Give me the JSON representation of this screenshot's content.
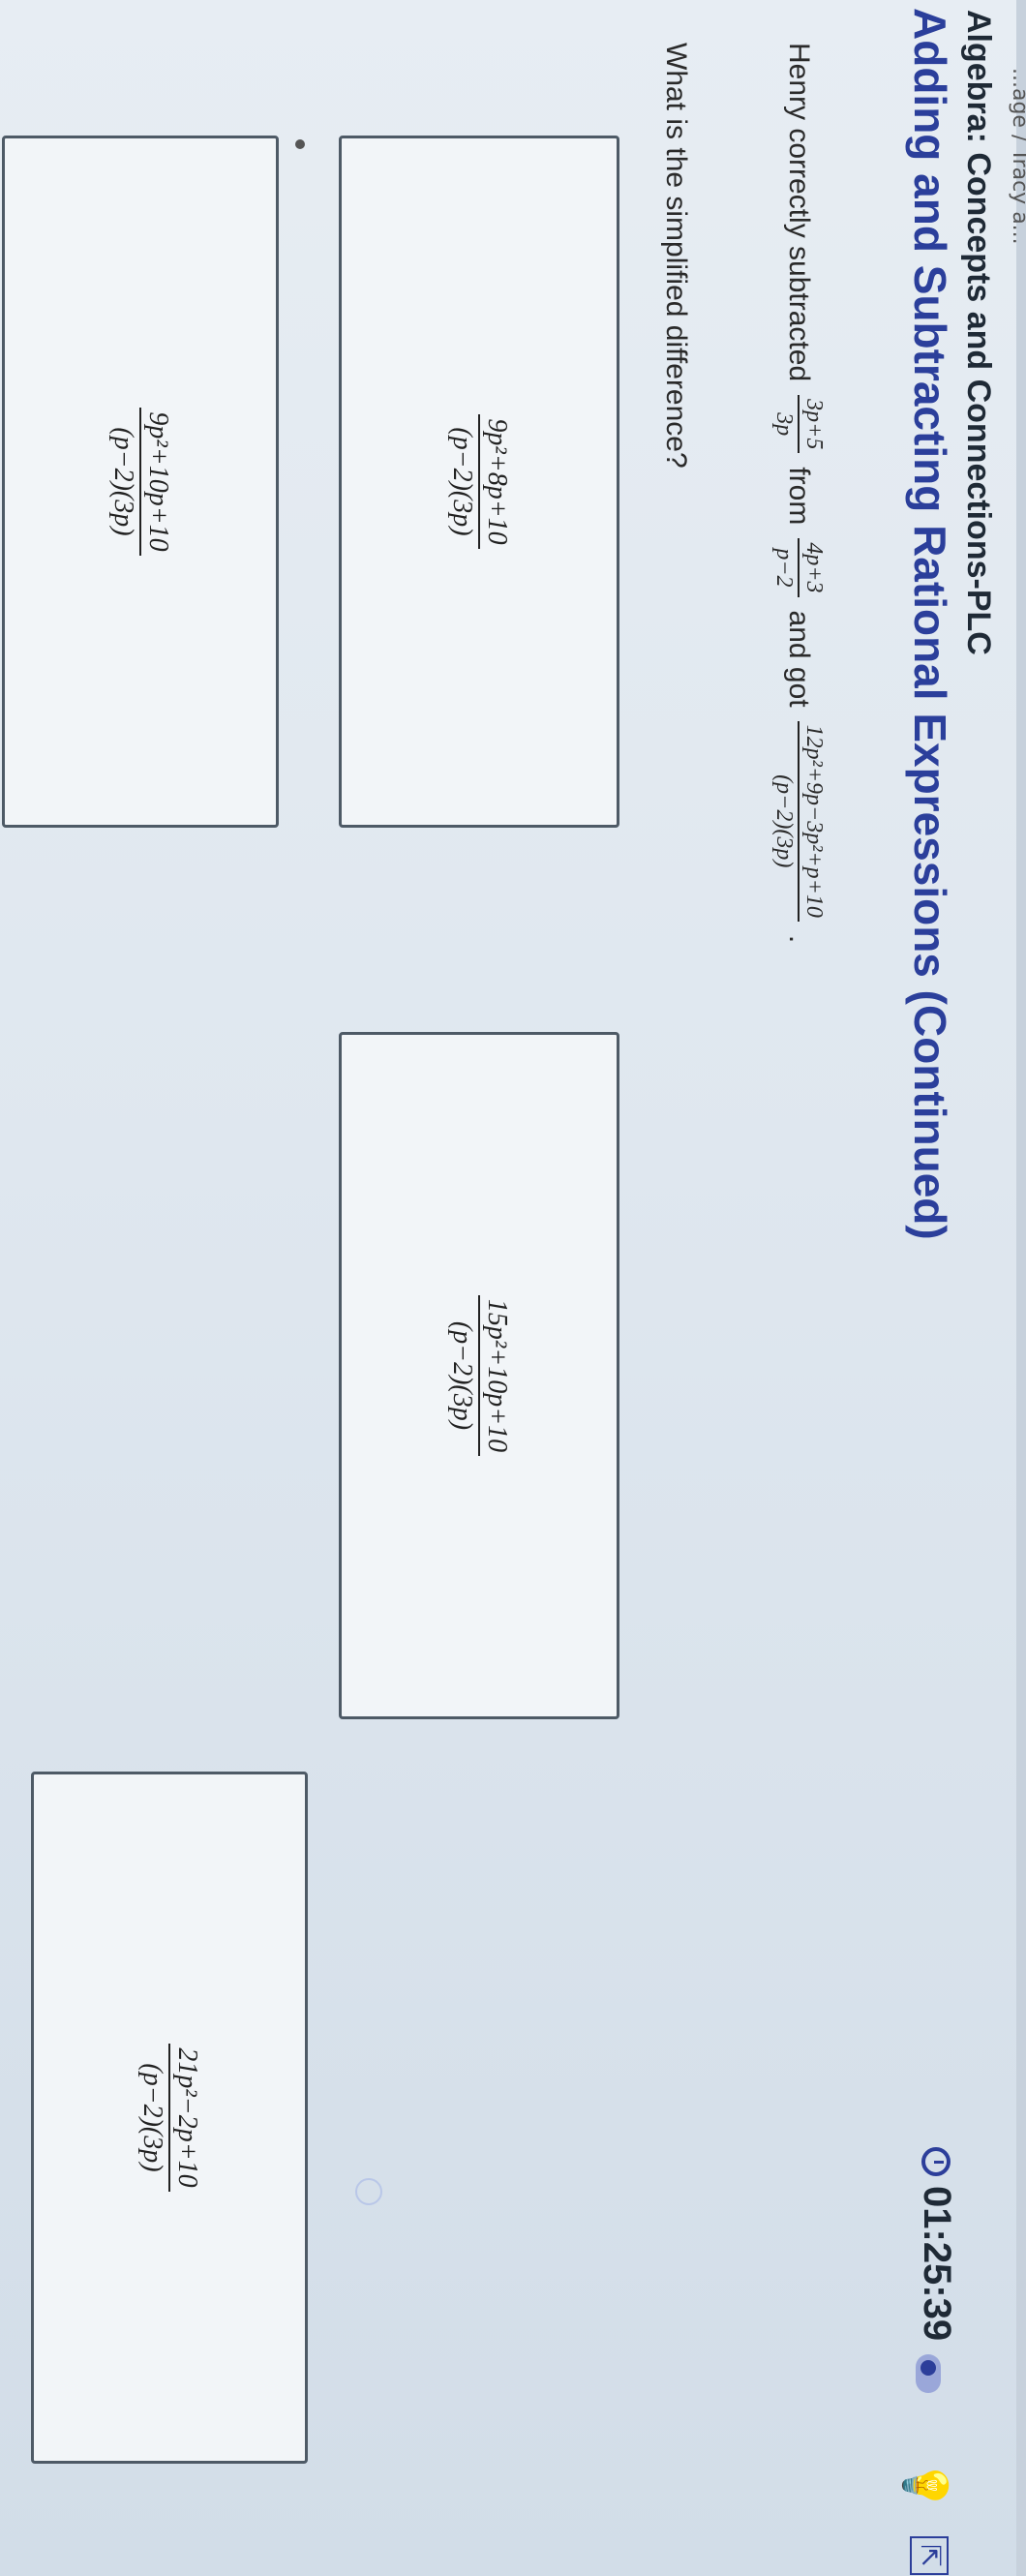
{
  "header": {
    "top_strip_text": "...age / Tracy a...",
    "course": "Algebra: Concepts and Connections-PLC",
    "lesson": "Adding and Subtracting Rational Expressions (Continued)",
    "timer": "01:25:39",
    "icons": [
      "timer-icon",
      "toggle-switch",
      "hint-bulb-icon",
      "collapse-arrow-icon"
    ]
  },
  "question": {
    "intro": "Henry correctly subtracted",
    "frac1": {
      "num": "3p+5",
      "den": "3p"
    },
    "from": "from",
    "frac2": {
      "num": "4p+3",
      "den": "p−2"
    },
    "and_got": "and got",
    "frac3": {
      "num": "12p²+9p−3p²+p+10",
      "den": "(p−2)(3p)"
    },
    "period": ".",
    "prompt": "What is the simplified difference?"
  },
  "options": [
    {
      "num": "9p²+8p+10",
      "den": "(p−2)(3p)"
    },
    {
      "num": "15p²+10p+10",
      "den": "(p−2)(3p)"
    },
    {
      "num": "9p²+10p+10",
      "den": "(p−2)(3p)"
    },
    {
      "num": "21p²−2p+10",
      "den": "(p−2)(3p)"
    }
  ]
}
